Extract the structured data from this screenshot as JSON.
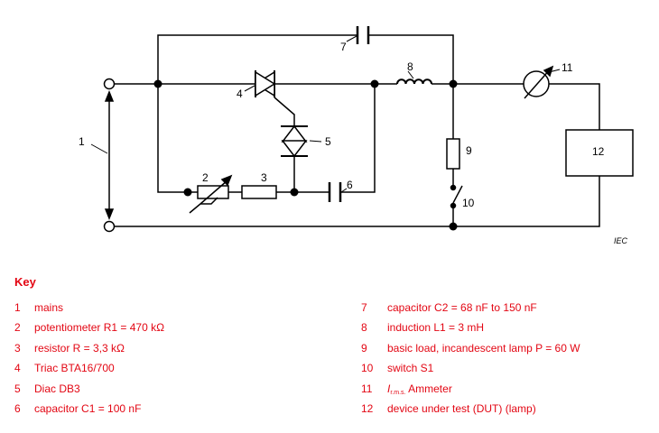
{
  "diagram": {
    "labels": [
      "1",
      "2",
      "3",
      "4",
      "5",
      "6",
      "7",
      "8",
      "9",
      "10",
      "11",
      "12"
    ],
    "source_mark": "IEC",
    "line_color": "#000000"
  },
  "key": {
    "title": "Key",
    "color": "#e30613",
    "items": [
      {
        "num": "1",
        "text": "mains"
      },
      {
        "num": "2",
        "text": "potentiometer R1 = 470 kΩ"
      },
      {
        "num": "3",
        "text": "resistor R = 3,3 kΩ"
      },
      {
        "num": "4",
        "text": "Triac BTA16/700"
      },
      {
        "num": "5",
        "text": "Diac DB3"
      },
      {
        "num": "6",
        "text": "capacitor C1 = 100 nF"
      },
      {
        "num": "7",
        "text": "capacitor C2 = 68 nF to 150 nF"
      },
      {
        "num": "8",
        "text": "induction L1 =  3 mH"
      },
      {
        "num": "9",
        "text": "basic load, incandescent lamp P = 60 W"
      },
      {
        "num": "10",
        "text": "switch S1"
      },
      {
        "num": "11",
        "text_italic": "I",
        "text_sub": "r.m.s.",
        "text": " Ammeter"
      },
      {
        "num": "12",
        "text": "device under test (DUT) (lamp)"
      }
    ]
  }
}
